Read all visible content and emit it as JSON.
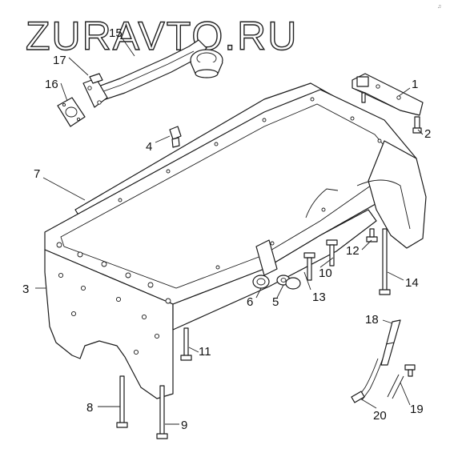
{
  "watermark": "ZURAVTO.RU",
  "corner_mark": "♫",
  "callouts": [
    {
      "id": "1",
      "label": "1"
    },
    {
      "id": "2",
      "label": "2"
    },
    {
      "id": "3",
      "label": "3"
    },
    {
      "id": "4",
      "label": "4"
    },
    {
      "id": "5",
      "label": "5"
    },
    {
      "id": "6",
      "label": "6"
    },
    {
      "id": "7",
      "label": "7"
    },
    {
      "id": "8",
      "label": "8"
    },
    {
      "id": "9",
      "label": "9"
    },
    {
      "id": "10",
      "label": "10"
    },
    {
      "id": "11",
      "label": "11"
    },
    {
      "id": "12",
      "label": "12"
    },
    {
      "id": "13",
      "label": "13"
    },
    {
      "id": "14",
      "label": "14"
    },
    {
      "id": "15",
      "label": "15"
    },
    {
      "id": "16",
      "label": "16"
    },
    {
      "id": "17",
      "label": "17"
    },
    {
      "id": "18",
      "label": "18"
    },
    {
      "id": "19",
      "label": "19"
    },
    {
      "id": "20",
      "label": "20"
    }
  ]
}
